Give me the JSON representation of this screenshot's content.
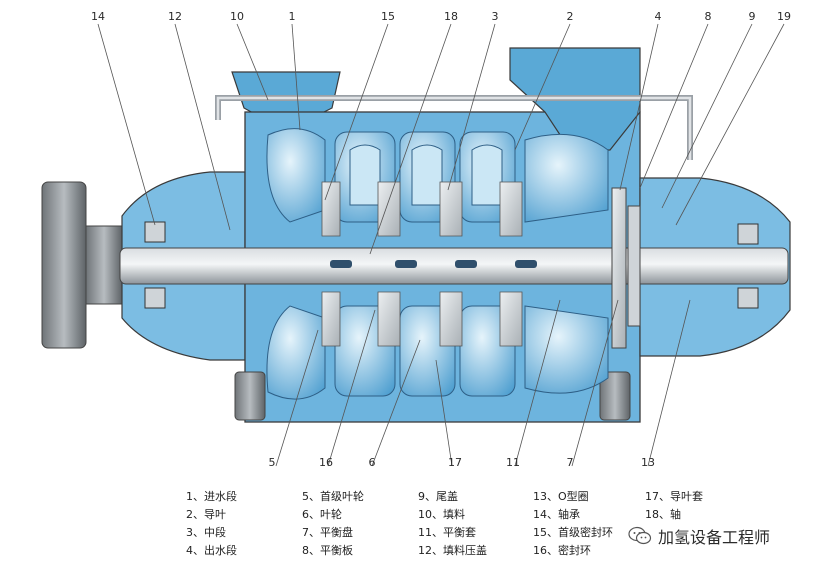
{
  "callouts_top": [
    "14",
    "12",
    "10",
    "1",
    "15",
    "18",
    "3",
    "2",
    "4",
    "8",
    "9",
    "19"
  ],
  "callouts_bottom": [
    "5",
    "16",
    "6",
    "17",
    "11",
    "7",
    "13"
  ],
  "legend": [
    [
      "1、进水段",
      "2、导叶",
      "3、中段",
      "4、出水段"
    ],
    [
      "5、首级叶轮",
      "6、叶轮",
      "7、平衡盘",
      "8、平衡板"
    ],
    [
      "9、尾盖",
      "10、填料",
      "11、平衡套",
      "12、填料压盖"
    ],
    [
      "13、O型圈",
      "14、轴承",
      "15、首级密封环",
      "16、密封环"
    ],
    [
      "17、导叶套",
      "18、轴"
    ]
  ],
  "watermark": "加氢设备工程师",
  "colors": {
    "casing_blue": "#5aa9d6",
    "light_blue": "#a7d3ec",
    "deep_blue": "#2f78b8",
    "shaft_gray": "#9aa0a6",
    "outline": "#3a3a3a"
  }
}
